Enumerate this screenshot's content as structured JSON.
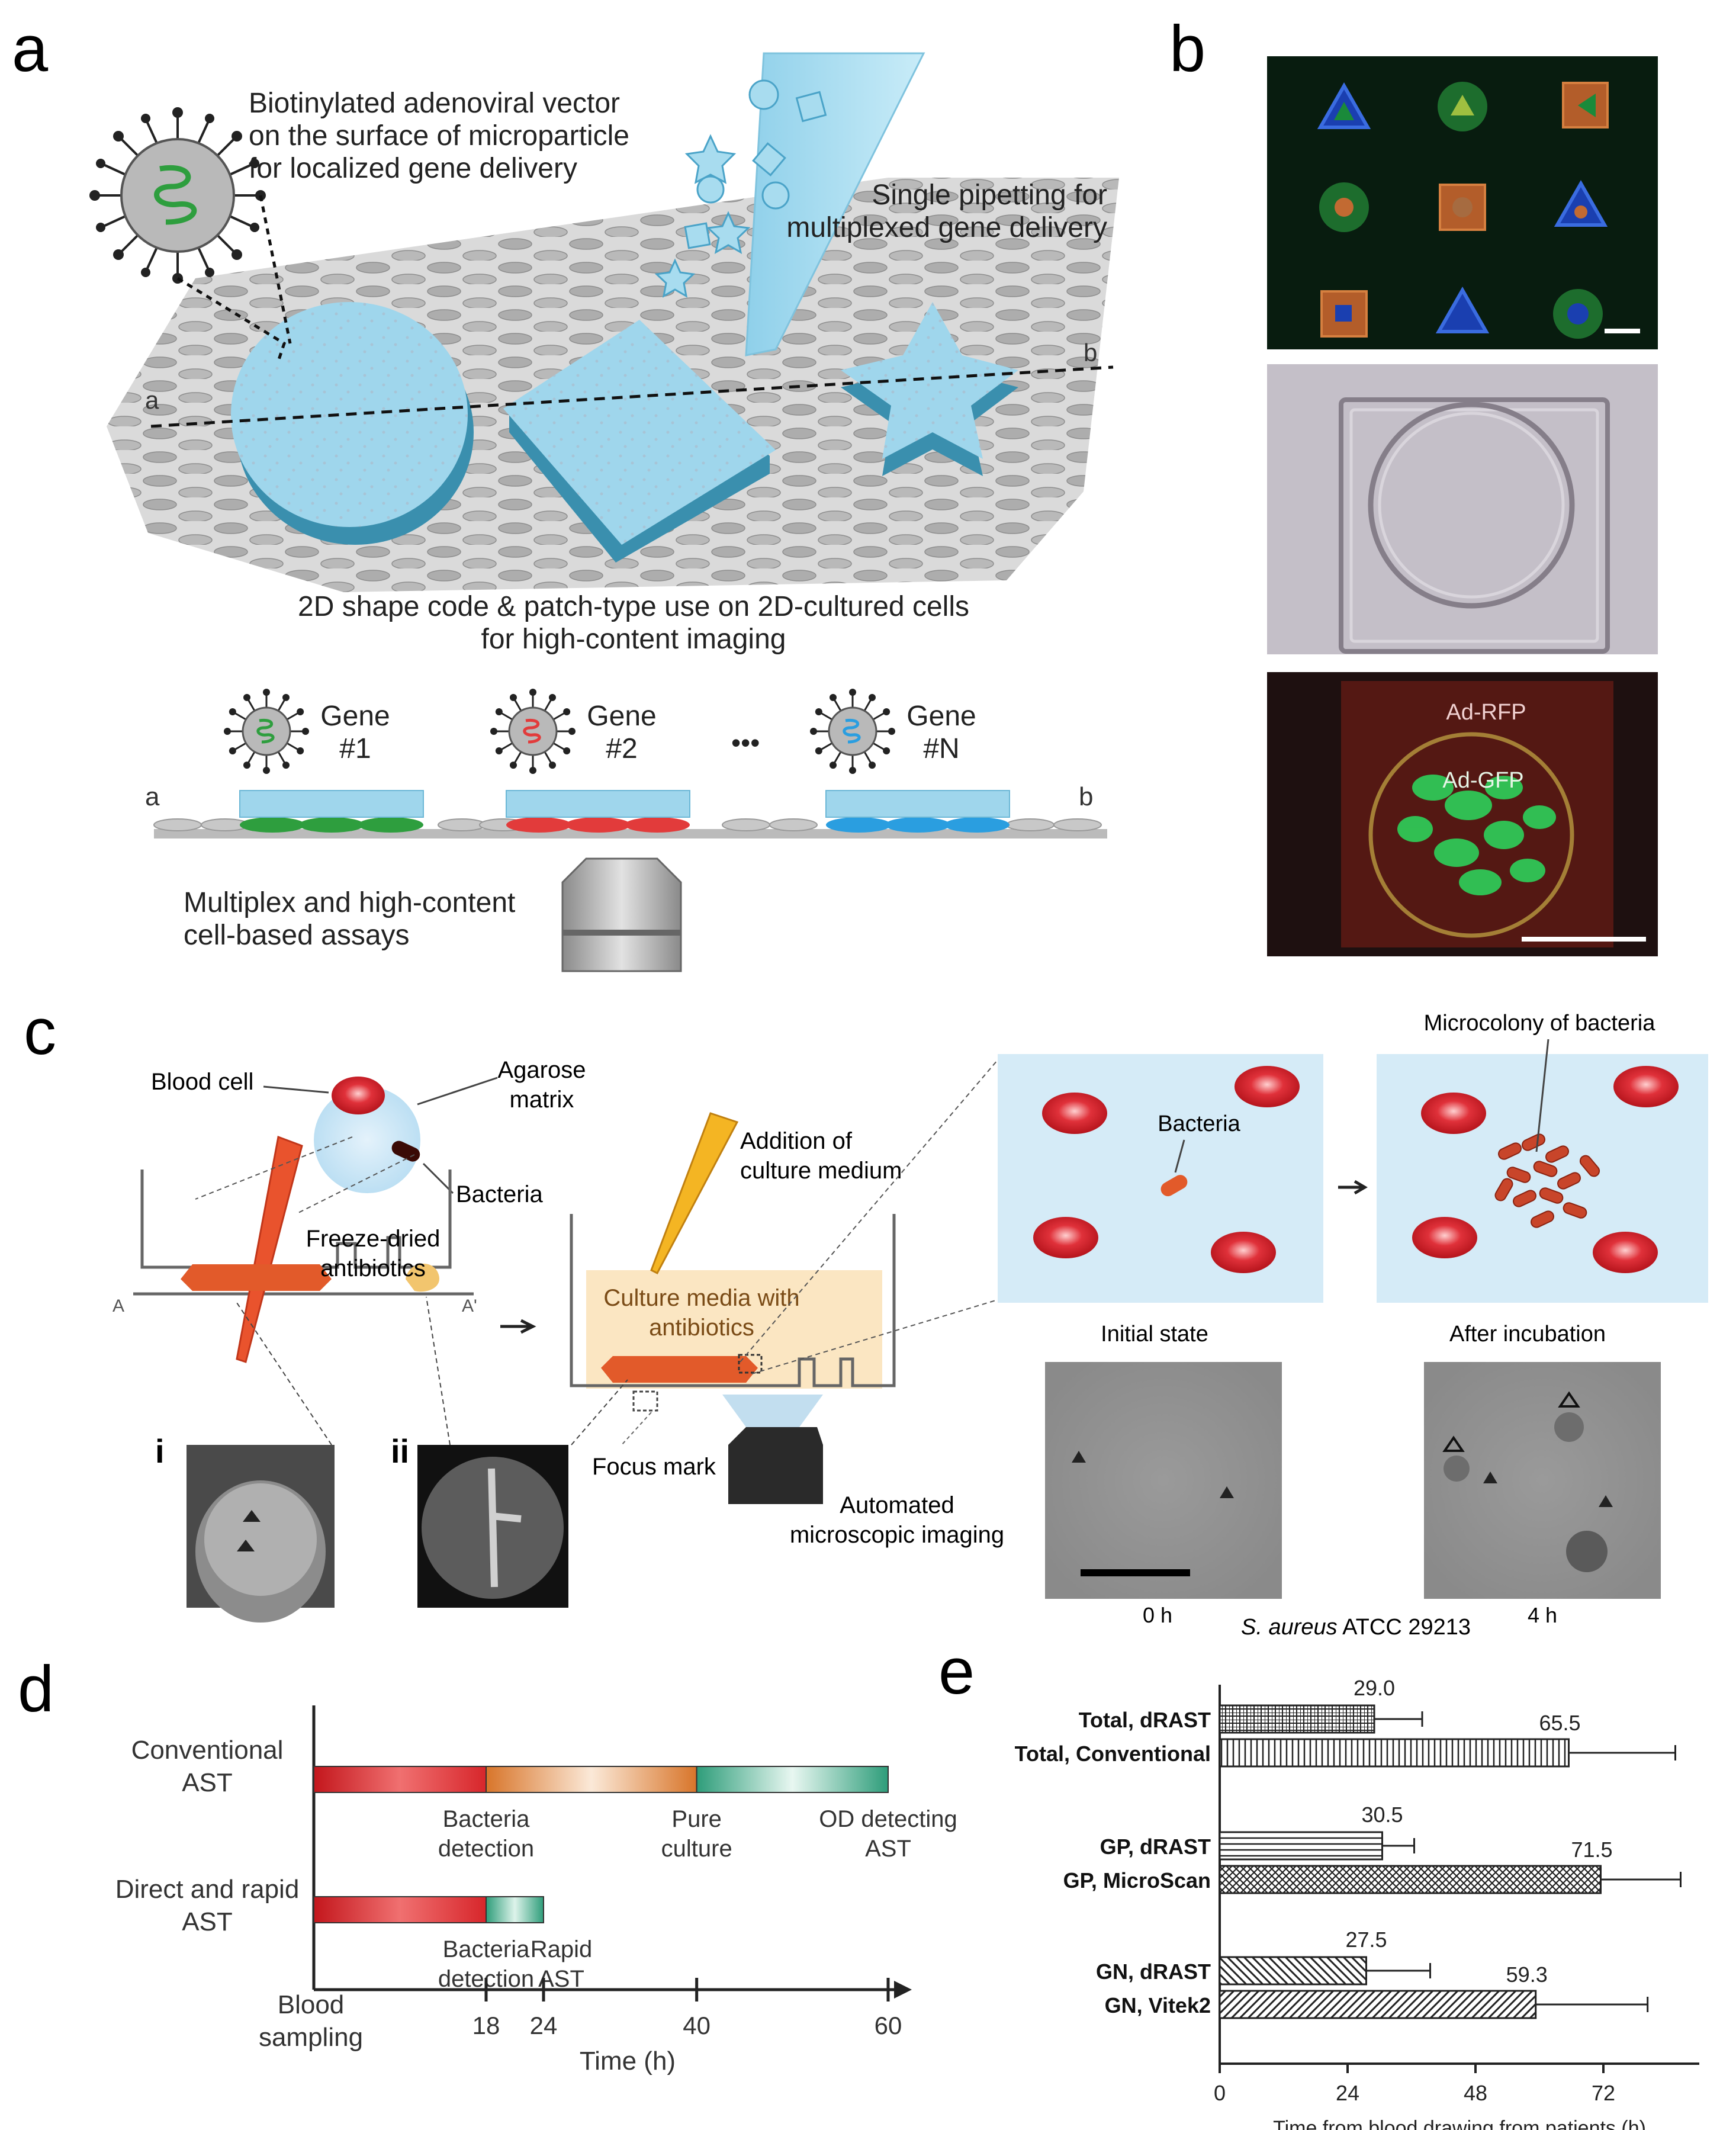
{
  "panels": {
    "a": {
      "letter": "a",
      "vector_label": [
        "Biotinylated adenoviral vector",
        "on the surface of microparticle",
        "for localized gene delivery"
      ],
      "pipetting_label": [
        "Single pipetting for",
        "multiplexed gene delivery"
      ],
      "axis_a": "a",
      "axis_b": "b",
      "shape_code_label": [
        "2D shape code & patch-type use on 2D-cultured cells",
        "for high-content imaging"
      ],
      "genes": [
        {
          "title": "Gene",
          "num": "#1",
          "color": "#2e9e3e"
        },
        {
          "title": "Gene",
          "num": "#2",
          "color": "#e23b3b"
        },
        {
          "title": "Gene",
          "num": "#N",
          "color": "#2a9ee0"
        }
      ],
      "ellipsis": "•••",
      "assay_label": [
        "Multiplex and high-content",
        "cell-based assays"
      ]
    },
    "b": {
      "letter": "b",
      "rfp_label": "Ad-RFP",
      "gfp_label": "Ad-GFP"
    },
    "c": {
      "letter": "c",
      "blood_cell": "Blood cell",
      "agarose": [
        "Agarose",
        "matrix"
      ],
      "bacteria": "Bacteria",
      "freeze_dried": [
        "Freeze-dried",
        "antibiotics"
      ],
      "addition": [
        "Addition of",
        "culture medium"
      ],
      "culture_media": [
        "Culture media with",
        "antibiotics"
      ],
      "focus_mark": "Focus mark",
      "automated": [
        "Automated",
        "microscopic imaging"
      ],
      "section_a": "A",
      "section_a_prime": "A'",
      "label_i": "i",
      "label_ii": "ii",
      "bacteria_zoom": "Bacteria",
      "microcolony": "Microcolony of bacteria",
      "initial_state": "Initial state",
      "after_incubation": "After incubation",
      "time_0": "0 h",
      "time_4": "4 h",
      "strain_italic": "S. aureus",
      "strain_rest": " ATCC 29213"
    },
    "d": {
      "letter": "d",
      "row1": [
        "Conventional",
        "AST"
      ],
      "row2": [
        "Direct and rapid",
        "AST"
      ],
      "stage_labels": [
        [
          "Bacteria",
          "detection"
        ],
        [
          "Pure",
          "culture"
        ],
        [
          "OD detecting",
          "AST"
        ],
        [
          "Bacteria",
          "detection"
        ],
        [
          "Rapid",
          "AST"
        ]
      ],
      "x_start": [
        "Blood",
        "sampling"
      ],
      "ticks": [
        "18",
        "24",
        "40",
        "60"
      ],
      "xlabel": "Time (h)",
      "colors": {
        "red": "#d7262b",
        "orange": "#e0843a",
        "green": "#3aa784"
      }
    },
    "e": {
      "letter": "e"
    }
  },
  "chart_data": [
    {
      "type": "bar",
      "panel": "d",
      "orientation": "horizontal-timeline",
      "xlabel": "Time (h)",
      "xlim": [
        0,
        60
      ],
      "ticks": [
        18,
        24,
        40,
        60
      ],
      "series": [
        {
          "name": "Conventional AST",
          "segments": [
            {
              "label": "Bacteria detection",
              "start": 0,
              "end": 18
            },
            {
              "label": "Pure culture",
              "start": 18,
              "end": 40
            },
            {
              "label": "OD detecting AST",
              "start": 40,
              "end": 60
            }
          ]
        },
        {
          "name": "Direct and rapid AST",
          "segments": [
            {
              "label": "Bacteria detection",
              "start": 0,
              "end": 18
            },
            {
              "label": "Rapid AST",
              "start": 18,
              "end": 24
            }
          ]
        }
      ]
    },
    {
      "type": "bar",
      "panel": "e",
      "orientation": "horizontal",
      "xlabel": "Time from blood drawing from patients (h)",
      "xlim": [
        0,
        90
      ],
      "xticks": [
        "0",
        "24",
        "48",
        "72"
      ],
      "categories": [
        "Total, dRAST",
        "Total, Conventional",
        "GP, dRAST",
        "GP, MicroScan",
        "GN, dRAST",
        "GN, Vitek2"
      ],
      "values": [
        29.0,
        65.5,
        30.5,
        71.5,
        27.5,
        59.3
      ],
      "value_labels": [
        "29.0",
        "65.5",
        "30.5",
        "71.5",
        "27.5",
        "59.3"
      ],
      "errors": [
        9,
        20,
        6,
        15,
        12,
        21
      ],
      "patterns": [
        "grid",
        "vlines",
        "hlines",
        "dots",
        "diag-down",
        "diag-up"
      ]
    }
  ]
}
